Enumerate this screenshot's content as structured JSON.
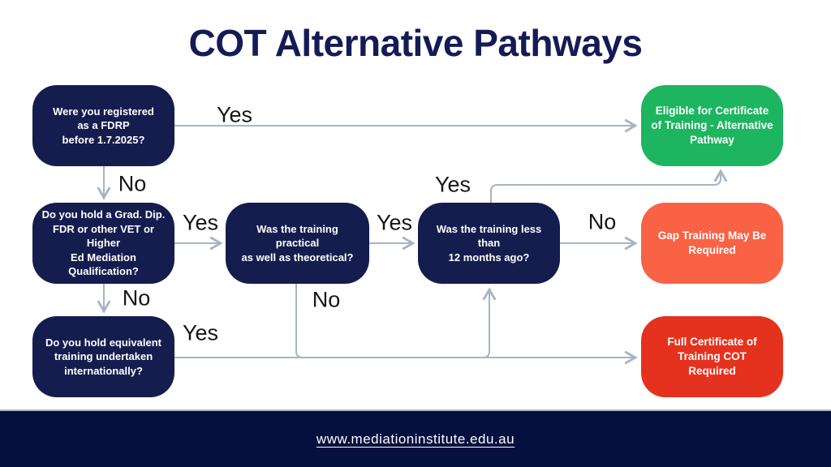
{
  "title": "COT Alternative Pathways",
  "nodes": {
    "q_fdrp": {
      "label": "Were you registered\nas a FDRP\nbefore 1.7.2025?"
    },
    "q_qualification": {
      "label": "Do you hold a Grad. Dip.\nFDR or other VET or Higher\nEd Mediation\nQualification?"
    },
    "q_international": {
      "label": "Do you hold equivalent\ntraining undertaken\ninternationally?"
    },
    "q_practical": {
      "label": "Was the training practical\nas well as theoretical?"
    },
    "q_recent": {
      "label": "Was the training less than\n12 months ago?"
    },
    "outcome_eligible": {
      "label": "Eligible for Certificate\nof Training - Alternative\nPathway"
    },
    "outcome_gap": {
      "label": "Gap Training May Be\nRequired"
    },
    "outcome_full": {
      "label": "Full Certificate of\nTraining COT\nRequired"
    }
  },
  "edges": {
    "yes_fdrp_eligible": "Yes",
    "no_fdrp_qualification": "No",
    "yes_qualification_practical": "Yes",
    "no_qualification_international": "No",
    "yes_practical_recent": "Yes",
    "no_practical_full": "No",
    "yes_recent_eligible": "Yes",
    "no_recent_gap": "No",
    "yes_international": "Yes"
  },
  "footer": {
    "link": "www.mediationinstitute.edu.au"
  },
  "colors": {
    "question_box": "#141d4e",
    "eligible_box": "#1db560",
    "gap_box": "#f96244",
    "full_box": "#e5321e",
    "connector_line": "#a9b4c2",
    "title_text": "#151b55",
    "footer_bar": "#05103f",
    "background": "#ffffff"
  }
}
